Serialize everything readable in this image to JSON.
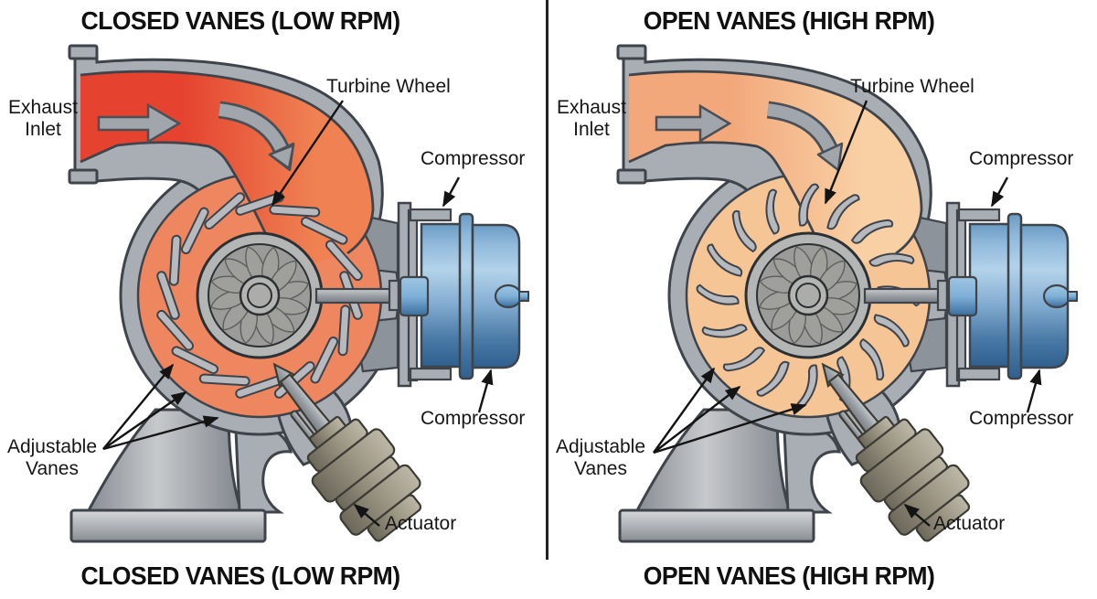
{
  "figure": {
    "type": "technical-diagram",
    "subject": "Variable geometry turbocharger cutaway: closed vs open vanes",
    "divider_color": "#232323",
    "text_color": "#161616",
    "shared_colors": {
      "housing_gray": "#a9aeb5",
      "outline_dark": "#3f444b",
      "window_gray": "#8d939b",
      "vane_gray": "#b6b9bd",
      "wheel_gray": "#9b9c99",
      "compressor_blue_light": "#b3d3ea",
      "compressor_blue_dark": "#2f5f8e",
      "actuator_tan": "#9b9583",
      "flow_arrow_gray": "#a0a6ac"
    },
    "panels": [
      {
        "id": "closed-vanes-low-rpm",
        "title_top": "CLOSED VANES (LOW RPM)",
        "title_bottom": "CLOSED VANES (LOW RPM)",
        "vane_state": "closed",
        "colors": {
          "inlet_start": "#e5432f",
          "inlet_end": "#ef8152",
          "volute": "#ee8760"
        },
        "labels": {
          "exhaust_line1": "Exhaust",
          "exhaust_line2": "Inlet",
          "turbine_wheel": "Turbine Wheel",
          "compressor_top": "Compressor",
          "compressor_bottom": "Compressor",
          "adjustable_line1": "Adjustable",
          "adjustable_line2": "Vanes",
          "actuator": "Actuator"
        }
      },
      {
        "id": "open-vanes-high-rpm",
        "title_top": "OPEN VANES (HIGH RPM)",
        "title_bottom": "OPEN VANES (HIGH RPM)",
        "vane_state": "open",
        "colors": {
          "inlet_start": "#f2a87b",
          "inlet_end": "#f8d0a4",
          "volute": "#f6c596"
        },
        "labels": {
          "exhaust_line1": "Exhaust",
          "exhaust_line2": "Inlet",
          "turbine_wheel": "Turbine Wheel",
          "compressor_top": "Compressor",
          "compressor_bottom": "Compressor",
          "adjustable_line1": "Adjustable",
          "adjustable_line2": "Vanes",
          "actuator": "Actuator"
        }
      }
    ]
  }
}
